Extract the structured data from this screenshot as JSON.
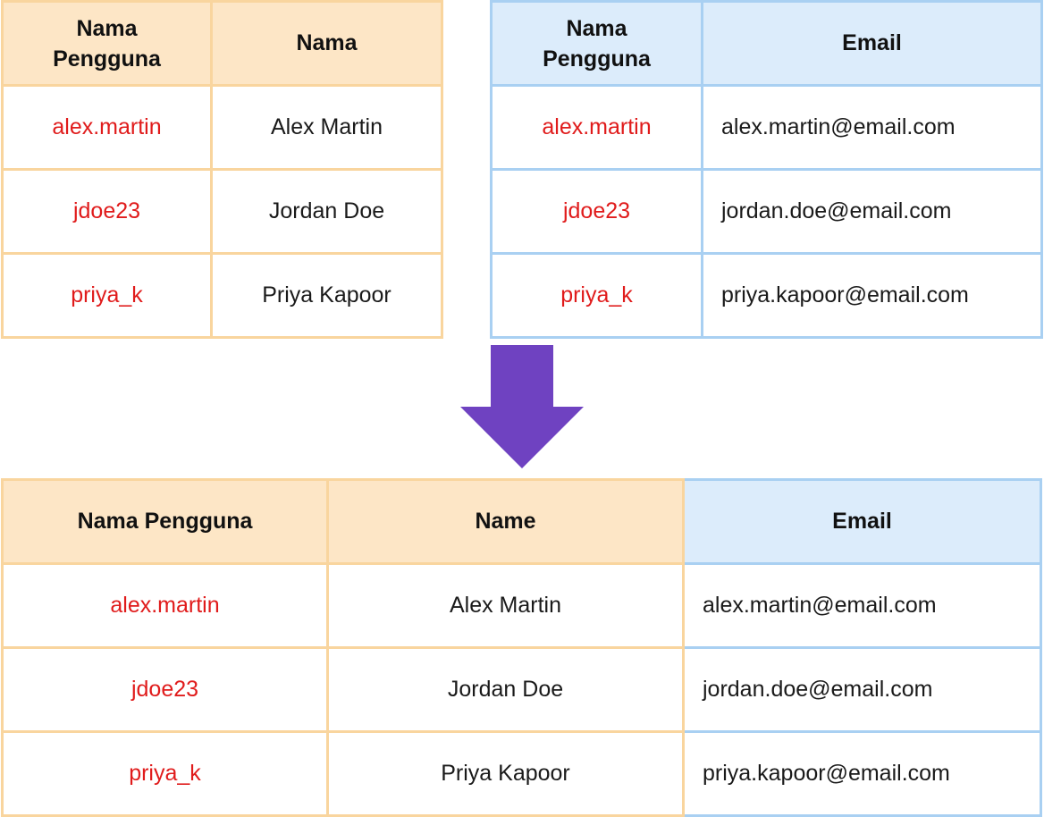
{
  "top_left_table": {
    "headers": [
      "Nama\nPengguna",
      "Nama"
    ],
    "rows": [
      [
        "alex.martin",
        "Alex Martin"
      ],
      [
        "jdoe23",
        "Jordan Doe"
      ],
      [
        "priya_k",
        "Priya Kapoor"
      ]
    ]
  },
  "top_right_table": {
    "headers": [
      "Nama\nPengguna",
      "Email"
    ],
    "rows": [
      [
        "alex.martin",
        "alex.martin@email.com"
      ],
      [
        "jdoe23",
        "jordan.doe@email.com"
      ],
      [
        "priya_k",
        "priya.kapoor@email.com"
      ]
    ]
  },
  "merged_table": {
    "headers": [
      "Nama Pengguna",
      "Name",
      "Email"
    ],
    "rows": [
      [
        "alex.martin",
        "Alex Martin",
        "alex.martin@email.com"
      ],
      [
        "jdoe23",
        "Jordan Doe",
        "jordan.doe@email.com"
      ],
      [
        "priya_k",
        "Priya Kapoor",
        "priya.kapoor@email.com"
      ]
    ]
  },
  "colors": {
    "username_text": "#e01b1b",
    "orange_border": "#f9d59e",
    "orange_header": "#fde6c6",
    "blue_border": "#a9d0f2",
    "blue_header": "#dcecfb",
    "arrow": "#6f42c1"
  },
  "icons": {
    "arrow": "down-arrow-icon"
  }
}
